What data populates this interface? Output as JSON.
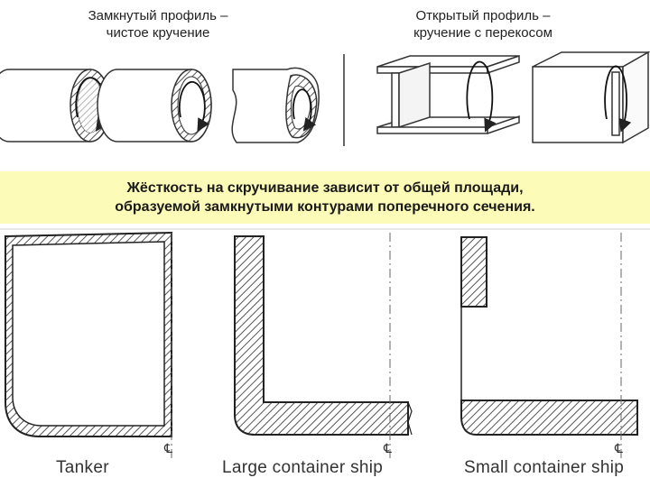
{
  "captions": {
    "closed_line1": "Замкнутый профиль –",
    "closed_line2": "чистое кручение",
    "open_line1": "Открытый профиль –",
    "open_line2": "кручение с перекосом"
  },
  "banner": {
    "line1": "Жёсткость на скручивание зависит от общей площади,",
    "line2": "образуемой замкнутыми контурами поперечного сечения."
  },
  "sections": {
    "tanker_label": "Tanker",
    "large_label": "Large container ship",
    "small_label": "Small container ship",
    "centerline_symbol": "℄"
  },
  "colors": {
    "banner_bg": "#fdfbb8",
    "stroke": "#333333"
  }
}
